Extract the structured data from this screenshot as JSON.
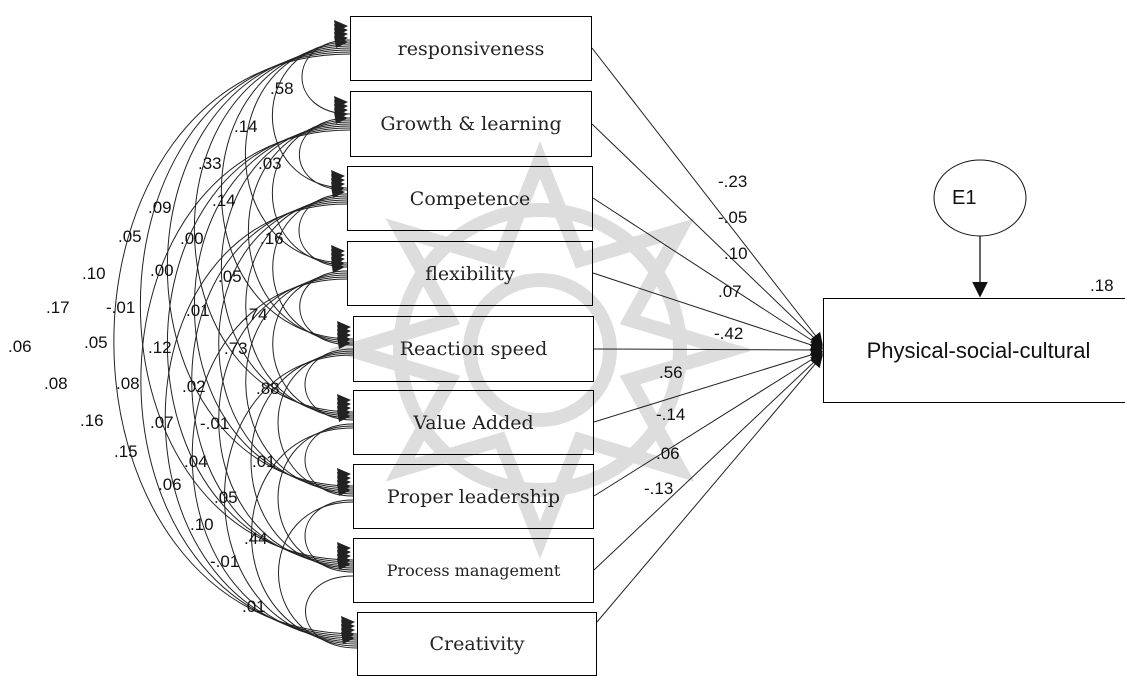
{
  "predictors": [
    {
      "id": "responsiveness",
      "label": "responsiveness",
      "path": "-.23"
    },
    {
      "id": "growth-learning",
      "label": "Growth & learning",
      "path": "-.05"
    },
    {
      "id": "competence",
      "label": "Competence",
      "path": ".10"
    },
    {
      "id": "flexibility",
      "label": "flexibility",
      "path": ".07"
    },
    {
      "id": "reaction-speed",
      "label": "Reaction speed",
      "path": "-.42"
    },
    {
      "id": "value-added",
      "label": "Value Added",
      "path": ".56"
    },
    {
      "id": "proper-leadership",
      "label": "Proper leadership",
      "path": "-.14"
    },
    {
      "id": "process-management",
      "label": "Process management",
      "path": ".06"
    },
    {
      "id": "creativity",
      "label": "Creativity",
      "path": "-.13"
    }
  ],
  "outcome": {
    "label": "Physical-social-cultural",
    "r2": ".18"
  },
  "error_term": {
    "label": "E1"
  },
  "correlations": [
    ".58",
    ".14",
    ".33",
    ".03",
    ".09",
    ".14",
    ".05",
    ".00",
    ".16",
    ".10",
    ".00",
    ".05",
    ".17",
    "-.01",
    ".01",
    ".74",
    ".06",
    ".05",
    ".12",
    ".73",
    ".08",
    ".08",
    ".02",
    ".88",
    ".16",
    ".07",
    "-.01",
    ".15",
    ".04",
    ".01",
    ".06",
    ".05",
    ".10",
    ".44",
    "-.01",
    ".01"
  ]
}
